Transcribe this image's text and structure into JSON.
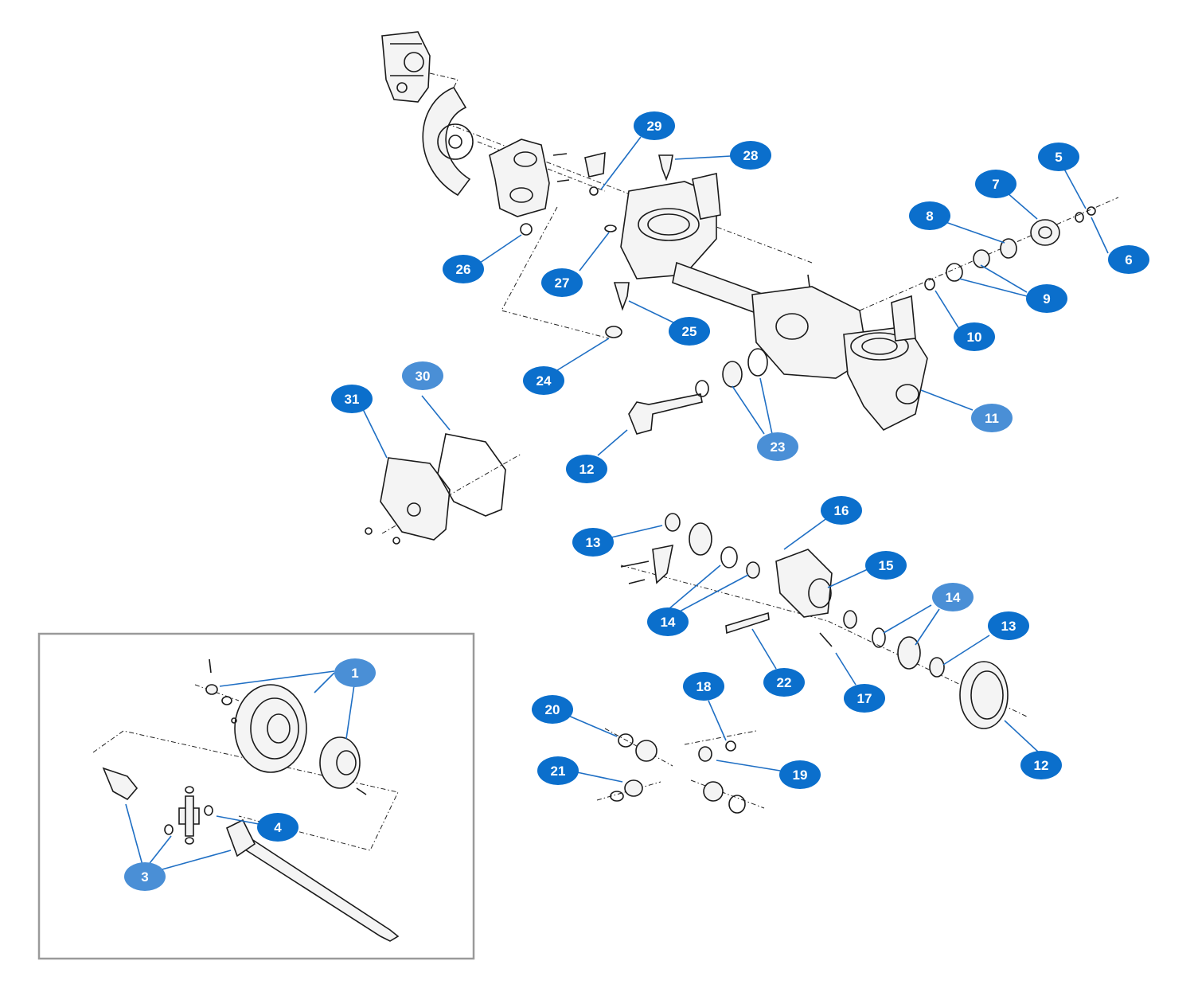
{
  "colors": {
    "callout_primary": "#0b6fcc",
    "callout_light": "#4a8fd6",
    "leader": "#1f6fc4",
    "inset_border": "#9a9a9a"
  },
  "callouts": [
    {
      "id": "c1",
      "label": "1",
      "tone": "light"
    },
    {
      "id": "c3",
      "label": "3",
      "tone": "light"
    },
    {
      "id": "c4",
      "label": "4",
      "tone": "primary"
    },
    {
      "id": "c5",
      "label": "5",
      "tone": "primary"
    },
    {
      "id": "c6",
      "label": "6",
      "tone": "primary"
    },
    {
      "id": "c7",
      "label": "7",
      "tone": "primary"
    },
    {
      "id": "c8",
      "label": "8",
      "tone": "primary"
    },
    {
      "id": "c9",
      "label": "9",
      "tone": "primary"
    },
    {
      "id": "c10",
      "label": "10",
      "tone": "primary"
    },
    {
      "id": "c11",
      "label": "11",
      "tone": "light"
    },
    {
      "id": "c12a",
      "label": "12",
      "tone": "primary"
    },
    {
      "id": "c12b",
      "label": "12",
      "tone": "primary"
    },
    {
      "id": "c13a",
      "label": "13",
      "tone": "primary"
    },
    {
      "id": "c13b",
      "label": "13",
      "tone": "primary"
    },
    {
      "id": "c14a",
      "label": "14",
      "tone": "primary"
    },
    {
      "id": "c14b",
      "label": "14",
      "tone": "light"
    },
    {
      "id": "c15",
      "label": "15",
      "tone": "primary"
    },
    {
      "id": "c16",
      "label": "16",
      "tone": "primary"
    },
    {
      "id": "c17",
      "label": "17",
      "tone": "primary"
    },
    {
      "id": "c18",
      "label": "18",
      "tone": "primary"
    },
    {
      "id": "c19",
      "label": "19",
      "tone": "primary"
    },
    {
      "id": "c20",
      "label": "20",
      "tone": "primary"
    },
    {
      "id": "c21",
      "label": "21",
      "tone": "primary"
    },
    {
      "id": "c22",
      "label": "22",
      "tone": "primary"
    },
    {
      "id": "c23",
      "label": "23",
      "tone": "light"
    },
    {
      "id": "c24",
      "label": "24",
      "tone": "primary"
    },
    {
      "id": "c25",
      "label": "25",
      "tone": "primary"
    },
    {
      "id": "c26",
      "label": "26",
      "tone": "primary"
    },
    {
      "id": "c27",
      "label": "27",
      "tone": "primary"
    },
    {
      "id": "c28",
      "label": "28",
      "tone": "primary"
    },
    {
      "id": "c29",
      "label": "29",
      "tone": "primary"
    },
    {
      "id": "c30",
      "label": "30",
      "tone": "light"
    },
    {
      "id": "c31",
      "label": "31",
      "tone": "primary"
    }
  ]
}
